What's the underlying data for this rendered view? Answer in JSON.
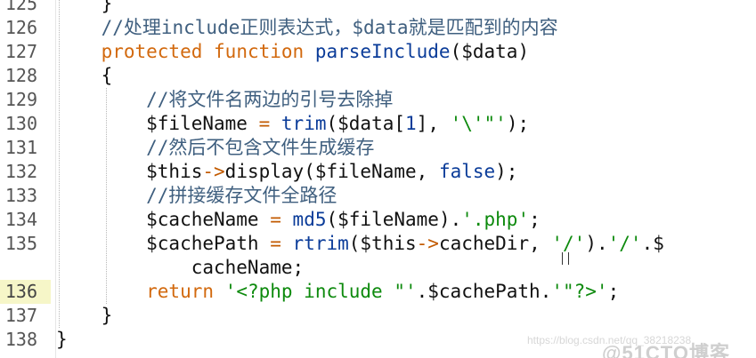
{
  "editor": {
    "current_line": "136",
    "lines": [
      {
        "number": "125",
        "tokens": [
          {
            "cls": "c-punc",
            "text": "    }"
          }
        ]
      },
      {
        "number": "126",
        "tokens": [
          {
            "cls": "c-comment",
            "text": "    //处理include正则表达式，$data就是匹配到的内容"
          }
        ]
      },
      {
        "number": "127",
        "tokens": [
          {
            "cls": "c-kw",
            "text": "    protected"
          },
          {
            "cls": "c-plain",
            "text": " "
          },
          {
            "cls": "c-kw",
            "text": "function"
          },
          {
            "cls": "c-plain",
            "text": " "
          },
          {
            "cls": "c-fn",
            "text": "parseInclude"
          },
          {
            "cls": "c-punc",
            "text": "("
          },
          {
            "cls": "c-var",
            "text": "$data"
          },
          {
            "cls": "c-punc",
            "text": ")"
          }
        ]
      },
      {
        "number": "128",
        "tokens": [
          {
            "cls": "c-punc",
            "text": "    {"
          }
        ]
      },
      {
        "number": "129",
        "tokens": [
          {
            "cls": "c-comment",
            "text": "        //将文件名两边的引号去除掉"
          }
        ]
      },
      {
        "number": "130",
        "tokens": [
          {
            "cls": "c-var",
            "text": "        $fileName"
          },
          {
            "cls": "c-plain",
            "text": " "
          },
          {
            "cls": "c-op",
            "text": "="
          },
          {
            "cls": "c-plain",
            "text": " "
          },
          {
            "cls": "c-fn",
            "text": "trim"
          },
          {
            "cls": "c-punc",
            "text": "("
          },
          {
            "cls": "c-var",
            "text": "$data"
          },
          {
            "cls": "c-punc",
            "text": "["
          },
          {
            "cls": "c-fn",
            "text": "1"
          },
          {
            "cls": "c-punc",
            "text": "], "
          },
          {
            "cls": "c-str",
            "text": "'\\'\"'"
          },
          {
            "cls": "c-punc",
            "text": ");"
          }
        ]
      },
      {
        "number": "131",
        "tokens": [
          {
            "cls": "c-comment",
            "text": "        //然后不包含文件生成缓存"
          }
        ]
      },
      {
        "number": "132",
        "tokens": [
          {
            "cls": "c-var",
            "text": "        $this"
          },
          {
            "cls": "c-op",
            "text": "->"
          },
          {
            "cls": "c-plain",
            "text": "display"
          },
          {
            "cls": "c-punc",
            "text": "("
          },
          {
            "cls": "c-var",
            "text": "$fileName"
          },
          {
            "cls": "c-punc",
            "text": ", "
          },
          {
            "cls": "c-fn",
            "text": "false"
          },
          {
            "cls": "c-punc",
            "text": ");"
          }
        ]
      },
      {
        "number": "133",
        "tokens": [
          {
            "cls": "c-comment",
            "text": "        //拼接缓存文件全路径"
          }
        ]
      },
      {
        "number": "134",
        "tokens": [
          {
            "cls": "c-var",
            "text": "        $cacheName"
          },
          {
            "cls": "c-plain",
            "text": " "
          },
          {
            "cls": "c-op",
            "text": "="
          },
          {
            "cls": "c-plain",
            "text": " "
          },
          {
            "cls": "c-fn",
            "text": "md5"
          },
          {
            "cls": "c-punc",
            "text": "("
          },
          {
            "cls": "c-var",
            "text": "$fileName"
          },
          {
            "cls": "c-punc",
            "text": ")."
          },
          {
            "cls": "c-str",
            "text": "'.php'"
          },
          {
            "cls": "c-punc",
            "text": ";"
          }
        ]
      },
      {
        "number": "135",
        "tokens": [
          {
            "cls": "c-var",
            "text": "        $cachePath"
          },
          {
            "cls": "c-plain",
            "text": " "
          },
          {
            "cls": "c-op",
            "text": "="
          },
          {
            "cls": "c-plain",
            "text": " "
          },
          {
            "cls": "c-fn",
            "text": "rtrim"
          },
          {
            "cls": "c-punc",
            "text": "("
          },
          {
            "cls": "c-var",
            "text": "$this"
          },
          {
            "cls": "c-op",
            "text": "->"
          },
          {
            "cls": "c-plain",
            "text": "cacheDir"
          },
          {
            "cls": "c-punc",
            "text": ", "
          },
          {
            "cls": "c-str",
            "text": "'/'"
          },
          {
            "cls": "c-punc",
            "text": ")."
          },
          {
            "cls": "c-str",
            "text": "'/'"
          },
          {
            "cls": "c-punc",
            "text": ".$"
          }
        ]
      },
      {
        "number": "",
        "tokens": [
          {
            "cls": "c-var",
            "text": "            cacheName"
          },
          {
            "cls": "c-punc",
            "text": ";"
          }
        ]
      },
      {
        "number": "136",
        "tokens": [
          {
            "cls": "c-kw",
            "text": "        return"
          },
          {
            "cls": "c-plain",
            "text": " "
          },
          {
            "cls": "c-str",
            "text": "'<?php include \"'"
          },
          {
            "cls": "c-punc",
            "text": "."
          },
          {
            "cls": "c-var",
            "text": "$cachePath"
          },
          {
            "cls": "c-punc",
            "text": "."
          },
          {
            "cls": "c-str",
            "text": "'\"?>'"
          },
          {
            "cls": "c-punc",
            "text": ";"
          }
        ]
      },
      {
        "number": "137",
        "tokens": [
          {
            "cls": "c-punc",
            "text": "    }"
          }
        ]
      },
      {
        "number": "138",
        "tokens": [
          {
            "cls": "c-punc",
            "text": "}"
          }
        ]
      }
    ]
  },
  "watermark": {
    "text": "https://blog.csdn.net/qq_38218238",
    "logo": "@51CTO博客"
  },
  "colors": {
    "background": "#ffffff",
    "keyword": "#d2690e",
    "function": "#0b3c99",
    "string": "#0d8a0d",
    "comment": "#3f5f7f",
    "current_line_highlight": "#f6f6c8"
  }
}
